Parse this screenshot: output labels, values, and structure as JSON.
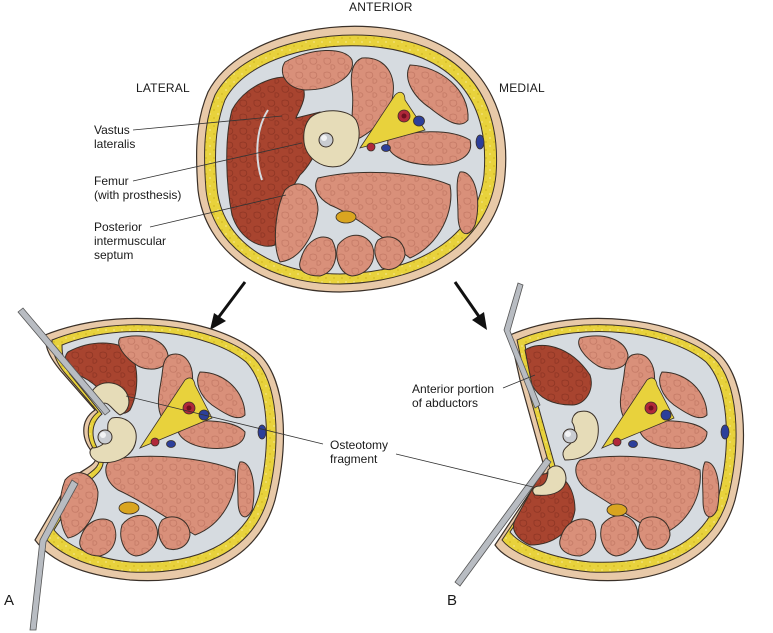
{
  "figure": {
    "orientation": {
      "anterior": "ANTERIOR",
      "lateral": "LATERAL",
      "medial": "MEDIAL"
    },
    "labels": {
      "vastus_lateralis": "Vastus\nlateralis",
      "femur": "Femur\n(with prosthesis)",
      "posterior_septum": "Posterior\nintermuscular\nseptum",
      "osteotomy_fragment": "Osteotomy\nfragment",
      "anterior_abductors": "Anterior portion\nof abductors"
    },
    "panels": {
      "a": "A",
      "b": "B"
    },
    "colors": {
      "skin": "#e8c9a8",
      "fat": "#e8d23c",
      "fascia": "#d6dbe0",
      "muscle": "#d9907a",
      "vastus": "#a8442f",
      "bone": "#e6dcb8",
      "prosthesis": "#c9ccd1",
      "artery": "#b0283a",
      "vein": "#2c3f9a",
      "nerve": "#d9a520",
      "outline": "#3a3028",
      "retractor": "#b8bcc2"
    }
  }
}
